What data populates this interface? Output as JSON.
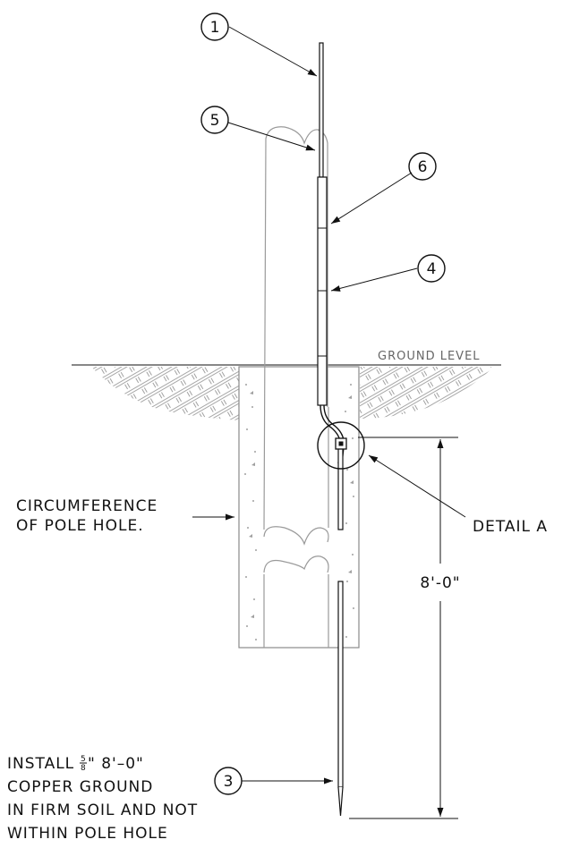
{
  "callouts": {
    "c1": "1",
    "c3": "3",
    "c4": "4",
    "c5": "5",
    "c6": "6"
  },
  "labels": {
    "ground_level": "GROUND LEVEL",
    "circumference_line1": "CIRCUMFERENCE",
    "circumference_line2": "OF POLE HOLE.",
    "detail": "DETAIL A",
    "dimension": "8'-0\"",
    "install_line1_a": "INSTALL",
    "install_frac_num": "5",
    "install_frac_den": "8",
    "install_line1_b": "\" 8'–0\"",
    "install_line2": "COPPER GROUND",
    "install_line3": "IN FIRM SOIL AND NOT",
    "install_line4": "WITHIN POLE HOLE"
  }
}
